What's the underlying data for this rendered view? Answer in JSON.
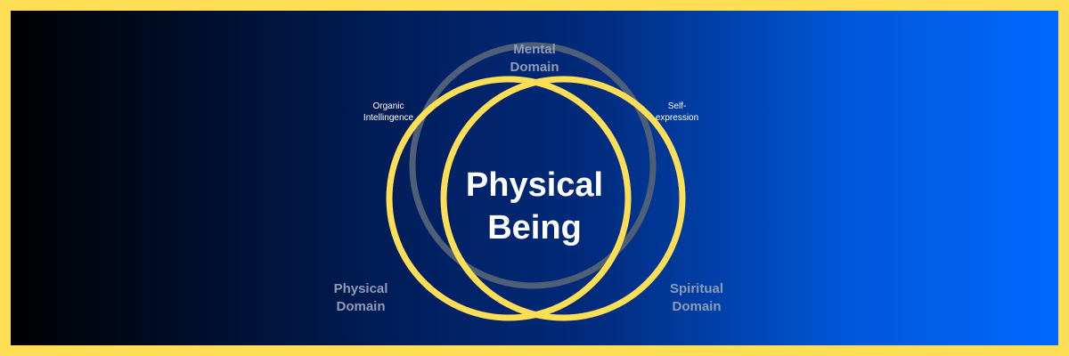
{
  "colors": {
    "border": "#FDDE55",
    "ring_yellow": "#FDDE55",
    "ring_gray": "#4f5f77",
    "domain_label": "#8f9cb6",
    "center_text": "#ffffff"
  },
  "center": {
    "line1": "Physical",
    "line2": "Being"
  },
  "domains": {
    "mental": {
      "line1": "Mental",
      "line2": "Domain"
    },
    "physical": {
      "line1": "Physical",
      "line2": "Domain"
    },
    "spiritual": {
      "line1": "Spiritual",
      "line2": "Domain"
    }
  },
  "annotations": {
    "organic": {
      "line1": "Organic",
      "line2": "Intellingence"
    },
    "self": {
      "line1": "Self-",
      "line2": "expression"
    }
  }
}
